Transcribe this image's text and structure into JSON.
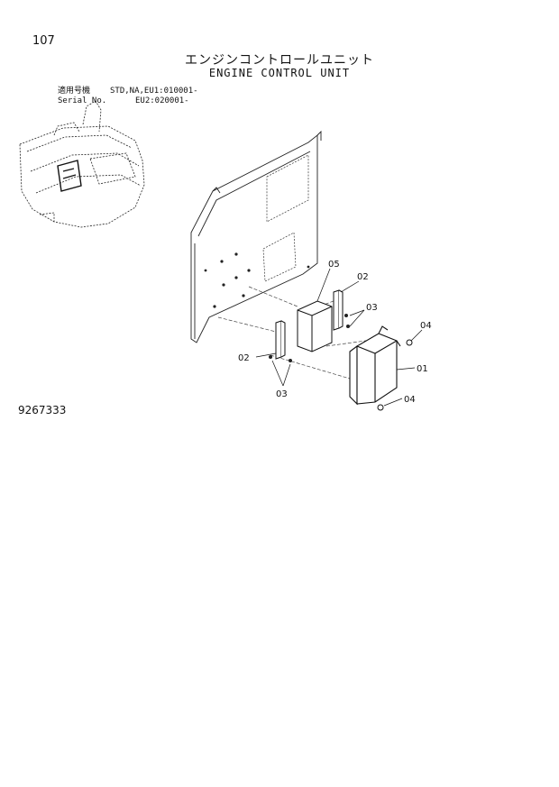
{
  "header": {
    "page_number": "107",
    "title_jp": "エンジンコントロールユニット",
    "title_en": "ENGINE CONTROL UNIT"
  },
  "serial_info": {
    "rows": [
      {
        "label": "適用号機",
        "value": "STD,NA,EU1:010001-"
      },
      {
        "label": "Serial No.",
        "value": "EU2:020001-"
      }
    ]
  },
  "callouts": {
    "c01": "01",
    "c02a": "02",
    "c02b": "02",
    "c03a": "03",
    "c03b": "03",
    "c04a": "04",
    "c04b": "04",
    "c05": "05"
  },
  "footer": {
    "drawing_number": "9267333"
  }
}
